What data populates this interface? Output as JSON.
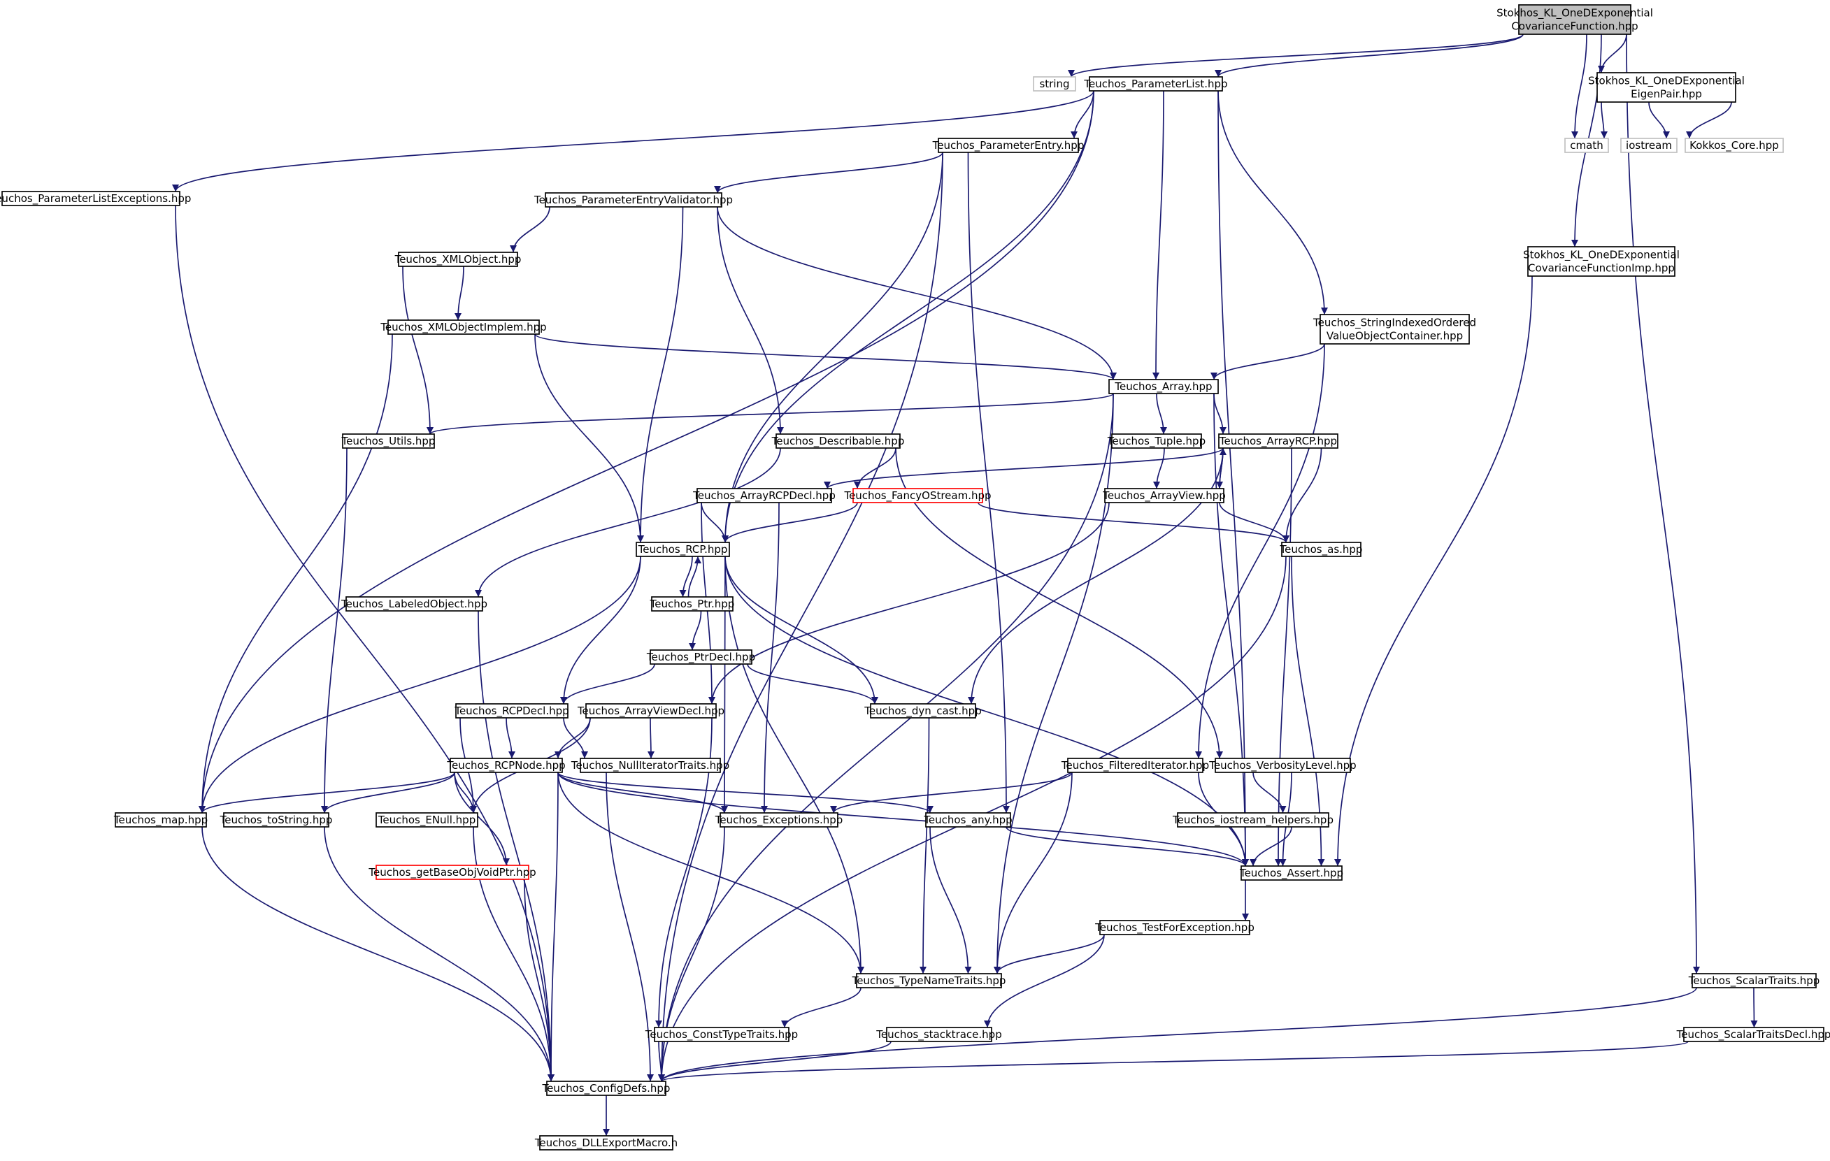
{
  "colors": {
    "edge": "#191970",
    "border_normal": "#000000",
    "border_external": "#bfbfbf",
    "border_truncated": "#ff0000",
    "fill_root": "#bfbfbf",
    "fill_normal": "#ffffff",
    "text": "#000000"
  },
  "nodes": [
    {
      "id": "root",
      "lines": [
        "Stokhos_KL_OneDExponential",
        "CovarianceFunction.hpp"
      ],
      "kind": "root"
    },
    {
      "id": "string",
      "lines": [
        "string"
      ],
      "kind": "external"
    },
    {
      "id": "plist",
      "lines": [
        "Teuchos_ParameterList.hpp"
      ],
      "kind": "normal"
    },
    {
      "id": "eigen",
      "lines": [
        "Stokhos_KL_OneDExponential",
        "EigenPair.hpp"
      ],
      "kind": "normal"
    },
    {
      "id": "cmath",
      "lines": [
        "cmath"
      ],
      "kind": "external"
    },
    {
      "id": "iostream",
      "lines": [
        "iostream"
      ],
      "kind": "external"
    },
    {
      "id": "kokkos",
      "lines": [
        "Kokkos_Core.hpp"
      ],
      "kind": "external"
    },
    {
      "id": "plexc",
      "lines": [
        "Teuchos_ParameterListExceptions.hpp"
      ],
      "kind": "normal"
    },
    {
      "id": "pentry",
      "lines": [
        "Teuchos_ParameterEntry.hpp"
      ],
      "kind": "normal"
    },
    {
      "id": "pev",
      "lines": [
        "Teuchos_ParameterEntryValidator.hpp"
      ],
      "kind": "normal"
    },
    {
      "id": "covimp",
      "lines": [
        "Stokhos_KL_OneDExponential",
        "CovarianceFunctionImp.hpp"
      ],
      "kind": "normal"
    },
    {
      "id": "xmlobj",
      "lines": [
        "Teuchos_XMLObject.hpp"
      ],
      "kind": "normal"
    },
    {
      "id": "xmlimpl",
      "lines": [
        "Teuchos_XMLObjectImplem.hpp"
      ],
      "kind": "normal"
    },
    {
      "id": "sio",
      "lines": [
        "Teuchos_StringIndexedOrdered",
        "ValueObjectContainer.hpp"
      ],
      "kind": "normal"
    },
    {
      "id": "array",
      "lines": [
        "Teuchos_Array.hpp"
      ],
      "kind": "normal"
    },
    {
      "id": "utils",
      "lines": [
        "Teuchos_Utils.hpp"
      ],
      "kind": "normal"
    },
    {
      "id": "describ",
      "lines": [
        "Teuchos_Describable.hpp"
      ],
      "kind": "normal"
    },
    {
      "id": "tuple",
      "lines": [
        "Teuchos_Tuple.hpp"
      ],
      "kind": "normal"
    },
    {
      "id": "arcp",
      "lines": [
        "Teuchos_ArrayRCP.hpp"
      ],
      "kind": "normal"
    },
    {
      "id": "arcpdecl",
      "lines": [
        "Teuchos_ArrayRCPDecl.hpp"
      ],
      "kind": "normal"
    },
    {
      "id": "fancy",
      "lines": [
        "Teuchos_FancyOStream.hpp"
      ],
      "kind": "truncated"
    },
    {
      "id": "aview",
      "lines": [
        "Teuchos_ArrayView.hpp"
      ],
      "kind": "normal"
    },
    {
      "id": "rcp",
      "lines": [
        "Teuchos_RCP.hpp"
      ],
      "kind": "normal"
    },
    {
      "id": "as",
      "lines": [
        "Teuchos_as.hpp"
      ],
      "kind": "normal"
    },
    {
      "id": "labeled",
      "lines": [
        "Teuchos_LabeledObject.hpp"
      ],
      "kind": "normal"
    },
    {
      "id": "ptr",
      "lines": [
        "Teuchos_Ptr.hpp"
      ],
      "kind": "normal"
    },
    {
      "id": "ptrdecl",
      "lines": [
        "Teuchos_PtrDecl.hpp"
      ],
      "kind": "normal"
    },
    {
      "id": "rcpdecl",
      "lines": [
        "Teuchos_RCPDecl.hpp"
      ],
      "kind": "normal"
    },
    {
      "id": "avdecl",
      "lines": [
        "Teuchos_ArrayViewDecl.hpp"
      ],
      "kind": "normal"
    },
    {
      "id": "dyncast",
      "lines": [
        "Teuchos_dyn_cast.hpp"
      ],
      "kind": "normal"
    },
    {
      "id": "rcpnode",
      "lines": [
        "Teuchos_RCPNode.hpp"
      ],
      "kind": "normal"
    },
    {
      "id": "nullit",
      "lines": [
        "Teuchos_NullIteratorTraits.hpp"
      ],
      "kind": "normal"
    },
    {
      "id": "filtered",
      "lines": [
        "Teuchos_FilteredIterator.hpp"
      ],
      "kind": "normal"
    },
    {
      "id": "verb",
      "lines": [
        "Teuchos_VerbosityLevel.hpp"
      ],
      "kind": "normal"
    },
    {
      "id": "map",
      "lines": [
        "Teuchos_map.hpp"
      ],
      "kind": "normal"
    },
    {
      "id": "tostring",
      "lines": [
        "Teuchos_toString.hpp"
      ],
      "kind": "normal"
    },
    {
      "id": "enull",
      "lines": [
        "Teuchos_ENull.hpp"
      ],
      "kind": "normal"
    },
    {
      "id": "exceptions",
      "lines": [
        "Teuchos_Exceptions.hpp"
      ],
      "kind": "normal"
    },
    {
      "id": "any",
      "lines": [
        "Teuchos_any.hpp"
      ],
      "kind": "normal"
    },
    {
      "id": "iohelp",
      "lines": [
        "Teuchos_iostream_helpers.hpp"
      ],
      "kind": "normal"
    },
    {
      "id": "getbase",
      "lines": [
        "Teuchos_getBaseObjVoidPtr.hpp"
      ],
      "kind": "truncated"
    },
    {
      "id": "assert",
      "lines": [
        "Teuchos_Assert.hpp"
      ],
      "kind": "normal"
    },
    {
      "id": "testexc",
      "lines": [
        "Teuchos_TestForException.hpp"
      ],
      "kind": "normal"
    },
    {
      "id": "typename",
      "lines": [
        "Teuchos_TypeNameTraits.hpp"
      ],
      "kind": "normal"
    },
    {
      "id": "scalar",
      "lines": [
        "Teuchos_ScalarTraits.hpp"
      ],
      "kind": "normal"
    },
    {
      "id": "consttt",
      "lines": [
        "Teuchos_ConstTypeTraits.hpp"
      ],
      "kind": "normal"
    },
    {
      "id": "stacktrace",
      "lines": [
        "Teuchos_stacktrace.hpp"
      ],
      "kind": "normal"
    },
    {
      "id": "scalardecl",
      "lines": [
        "Teuchos_ScalarTraitsDecl.hpp"
      ],
      "kind": "normal"
    },
    {
      "id": "configdefs",
      "lines": [
        "Teuchos_ConfigDefs.hpp"
      ],
      "kind": "normal"
    },
    {
      "id": "dllexport",
      "lines": [
        "Teuchos_DLLExportMacro.h"
      ],
      "kind": "normal"
    }
  ],
  "edges": [
    [
      "root",
      "string"
    ],
    [
      "root",
      "plist"
    ],
    [
      "root",
      "eigen"
    ],
    [
      "root",
      "cmath"
    ],
    [
      "root",
      "covimp"
    ],
    [
      "root",
      "scalar"
    ],
    [
      "eigen",
      "cmath"
    ],
    [
      "eigen",
      "iostream"
    ],
    [
      "eigen",
      "kokkos"
    ],
    [
      "plist",
      "plexc"
    ],
    [
      "plist",
      "pentry"
    ],
    [
      "plist",
      "array"
    ],
    [
      "plist",
      "sio"
    ],
    [
      "plist",
      "assert"
    ],
    [
      "plist",
      "map"
    ],
    [
      "plist",
      "rcp"
    ],
    [
      "plexc",
      "configdefs"
    ],
    [
      "pentry",
      "pev"
    ],
    [
      "pentry",
      "rcp"
    ],
    [
      "pentry",
      "any"
    ],
    [
      "pentry",
      "configdefs"
    ],
    [
      "pev",
      "xmlobj"
    ],
    [
      "pev",
      "describ"
    ],
    [
      "pev",
      "array"
    ],
    [
      "pev",
      "rcp"
    ],
    [
      "xmlobj",
      "xmlimpl"
    ],
    [
      "xmlobj",
      "utils"
    ],
    [
      "xmlimpl",
      "array"
    ],
    [
      "xmlimpl",
      "rcp"
    ],
    [
      "xmlimpl",
      "map"
    ],
    [
      "covimp",
      "assert"
    ],
    [
      "sio",
      "array"
    ],
    [
      "sio",
      "filtered"
    ],
    [
      "array",
      "utils"
    ],
    [
      "array",
      "tuple"
    ],
    [
      "array",
      "arcp"
    ],
    [
      "array",
      "assert"
    ],
    [
      "array",
      "typename"
    ],
    [
      "array",
      "configdefs"
    ],
    [
      "utils",
      "tostring"
    ],
    [
      "describ",
      "fancy"
    ],
    [
      "describ",
      "labeled"
    ],
    [
      "describ",
      "verb"
    ],
    [
      "tuple",
      "aview"
    ],
    [
      "arcp",
      "arcpdecl"
    ],
    [
      "arcp",
      "aview"
    ],
    [
      "arcp",
      "as"
    ],
    [
      "arcp",
      "dyncast"
    ],
    [
      "arcp",
      "assert"
    ],
    [
      "aview",
      "arcp"
    ],
    [
      "aview",
      "as"
    ],
    [
      "aview",
      "avdecl"
    ],
    [
      "arcpdecl",
      "rcp"
    ],
    [
      "arcpdecl",
      "avdecl"
    ],
    [
      "arcpdecl",
      "exceptions"
    ],
    [
      "fancy",
      "rcp"
    ],
    [
      "fancy",
      "as"
    ],
    [
      "rcp",
      "ptr"
    ],
    [
      "rcp",
      "rcpdecl"
    ],
    [
      "rcp",
      "dyncast"
    ],
    [
      "rcp",
      "exceptions"
    ],
    [
      "rcp",
      "typename"
    ],
    [
      "rcp",
      "assert"
    ],
    [
      "rcp",
      "map"
    ],
    [
      "ptr",
      "rcp"
    ],
    [
      "ptr",
      "ptrdecl"
    ],
    [
      "ptrdecl",
      "rcpdecl"
    ],
    [
      "ptrdecl",
      "dyncast"
    ],
    [
      "rcpdecl",
      "rcpnode"
    ],
    [
      "rcpdecl",
      "enull"
    ],
    [
      "rcpdecl",
      "nullit"
    ],
    [
      "avdecl",
      "rcpnode"
    ],
    [
      "avdecl",
      "nullit"
    ],
    [
      "avdecl",
      "enull"
    ],
    [
      "avdecl",
      "consttt"
    ],
    [
      "rcpnode",
      "map"
    ],
    [
      "rcpnode",
      "tostring"
    ],
    [
      "rcpnode",
      "enull"
    ],
    [
      "rcpnode",
      "getbase"
    ],
    [
      "rcpnode",
      "exceptions"
    ],
    [
      "rcpnode",
      "any"
    ],
    [
      "rcpnode",
      "assert"
    ],
    [
      "rcpnode",
      "typename"
    ],
    [
      "rcpnode",
      "configdefs"
    ],
    [
      "as",
      "assert"
    ],
    [
      "as",
      "configdefs"
    ],
    [
      "labeled",
      "configdefs"
    ],
    [
      "dyncast",
      "typename"
    ],
    [
      "nullit",
      "configdefs"
    ],
    [
      "filtered",
      "exceptions"
    ],
    [
      "filtered",
      "assert"
    ],
    [
      "filtered",
      "typename"
    ],
    [
      "verb",
      "iohelp"
    ],
    [
      "verb",
      "assert"
    ],
    [
      "iohelp",
      "assert"
    ],
    [
      "map",
      "configdefs"
    ],
    [
      "tostring",
      "configdefs"
    ],
    [
      "enull",
      "configdefs"
    ],
    [
      "getbase",
      "configdefs"
    ],
    [
      "exceptions",
      "configdefs"
    ],
    [
      "any",
      "assert"
    ],
    [
      "any",
      "typename"
    ],
    [
      "assert",
      "testexc"
    ],
    [
      "testexc",
      "typename"
    ],
    [
      "testexc",
      "stacktrace"
    ],
    [
      "typename",
      "consttt"
    ],
    [
      "consttt",
      "configdefs"
    ],
    [
      "stacktrace",
      "configdefs"
    ],
    [
      "scalar",
      "scalardecl"
    ],
    [
      "scalar",
      "configdefs"
    ],
    [
      "scalardecl",
      "configdefs"
    ],
    [
      "configdefs",
      "dllexport"
    ]
  ]
}
